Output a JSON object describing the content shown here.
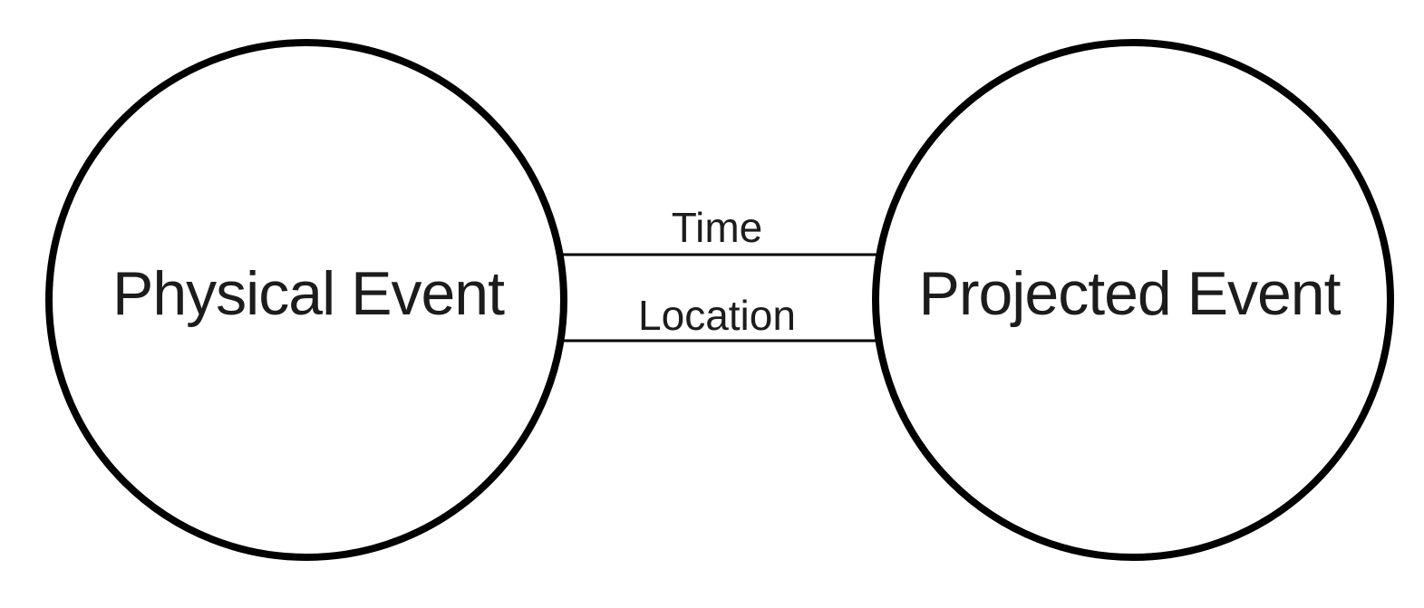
{
  "diagram": {
    "type": "node-link",
    "background": "#ffffff",
    "colors": {
      "circle_stroke": "#000000",
      "line_stroke": "#000000",
      "text": "#1c1c1c"
    },
    "nodes": [
      {
        "id": "physical-event",
        "shape": "circle",
        "label": "Physical Event"
      },
      {
        "id": "projected-event",
        "shape": "circle",
        "label": "Projected Event"
      }
    ],
    "edges": [
      {
        "id": "time",
        "from": "physical-event",
        "to": "projected-event",
        "label": "Time"
      },
      {
        "id": "location",
        "from": "physical-event",
        "to": "projected-event",
        "label": "Location"
      }
    ]
  }
}
